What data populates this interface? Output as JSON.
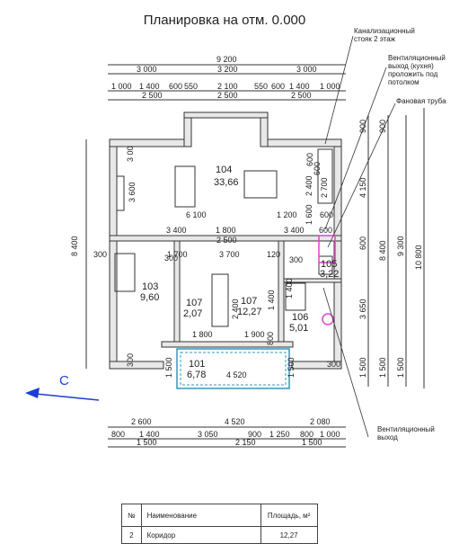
{
  "title": "Планировка на отм. 0.000",
  "compass": "С",
  "top_dims": {
    "overall": "9 200",
    "row2": [
      "3 000",
      "3 200",
      "3 000"
    ],
    "row3": [
      "1 000",
      "1 400",
      "600",
      "550",
      "2 100",
      "550",
      "600",
      "1 400",
      "1 000"
    ],
    "row4": [
      "2 500",
      "2 500",
      "2 500"
    ]
  },
  "bottom_dims": {
    "row1": [
      "2 600",
      "4 520",
      "2 080"
    ],
    "row2": [
      "800",
      "1 400",
      "3 050",
      "900",
      "1 250",
      "800",
      "1 000"
    ],
    "row3": [
      "1 500",
      "2 150",
      "1 500"
    ]
  },
  "left_dims": {
    "overall": "8 400",
    "upper": "3 600",
    "mid": "300",
    "lower": "300"
  },
  "right_dims": {
    "col1": [
      "900",
      "4 150",
      "600",
      "3 650",
      "1 500"
    ],
    "col2": [
      "900",
      "8 400",
      "1 500"
    ],
    "col3": [
      "9 300",
      "1 500"
    ],
    "col4": "10 800"
  },
  "inner_dims": [
    "6 100",
    "1 800",
    "1 200",
    "600",
    "3 400",
    "2 500",
    "3 400",
    "3 700",
    "120",
    "1 700",
    "2 400",
    "1 400",
    "1 900",
    "1 800",
    "4 520",
    "1 500",
    "1 500",
    "600",
    "3 00",
    "300",
    "300",
    "300",
    "1 600",
    "1 400",
    "800",
    "600",
    "600",
    "2 400",
    "2 700"
  ],
  "rooms": [
    {
      "num": "104",
      "area": "33,66"
    },
    {
      "num": "103",
      "area": "9,60"
    },
    {
      "num": "107",
      "area": "2,07"
    },
    {
      "num": "107",
      "area": "12,27"
    },
    {
      "num": "105",
      "area": "3,22"
    },
    {
      "num": "106",
      "area": "5,01"
    },
    {
      "num": "101",
      "area": "6,78"
    }
  ],
  "notes": {
    "sewer": [
      "Канализационный",
      "стояк 2 этаж"
    ],
    "vent_kitchen": [
      "Вентиляционный",
      "выход (кухня)",
      "проложить под",
      "потолком"
    ],
    "fan_pipe": "Фановая труба",
    "vent_out": [
      "Вентиляционный",
      "выход"
    ]
  },
  "table": {
    "headers": [
      "№",
      "Наименование",
      "Площадь, м²"
    ],
    "rows": [
      [
        "2",
        "Коридор",
        "12,27"
      ]
    ]
  }
}
